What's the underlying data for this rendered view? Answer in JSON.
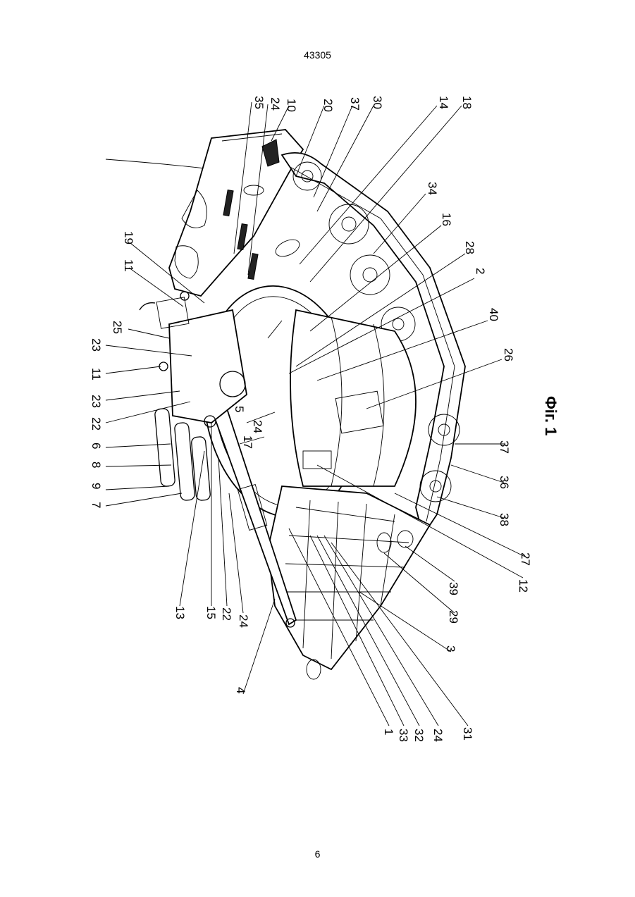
{
  "page": {
    "header_number": "43305",
    "footer_number": "6"
  },
  "figure": {
    "caption": "Фіг. 1",
    "drawing_icon": "patent-technical-drawing",
    "labels": {
      "top": [
        "35",
        "24",
        "10",
        "20",
        "37",
        "30",
        "14",
        "18",
        "34",
        "16",
        "28",
        "2",
        "40",
        "26"
      ],
      "left": [
        "19",
        "11",
        "25",
        "23",
        "11",
        "23",
        "22",
        "6",
        "8",
        "9",
        "7"
      ],
      "inner": [
        "5",
        "24",
        "17"
      ],
      "bottom_left": [
        "13",
        "15",
        "22",
        "24",
        "4"
      ],
      "bottom": [
        "1",
        "33",
        "32",
        "24",
        "31",
        "3",
        "29",
        "39",
        "12",
        "27",
        "38",
        "36",
        "37"
      ]
    }
  }
}
